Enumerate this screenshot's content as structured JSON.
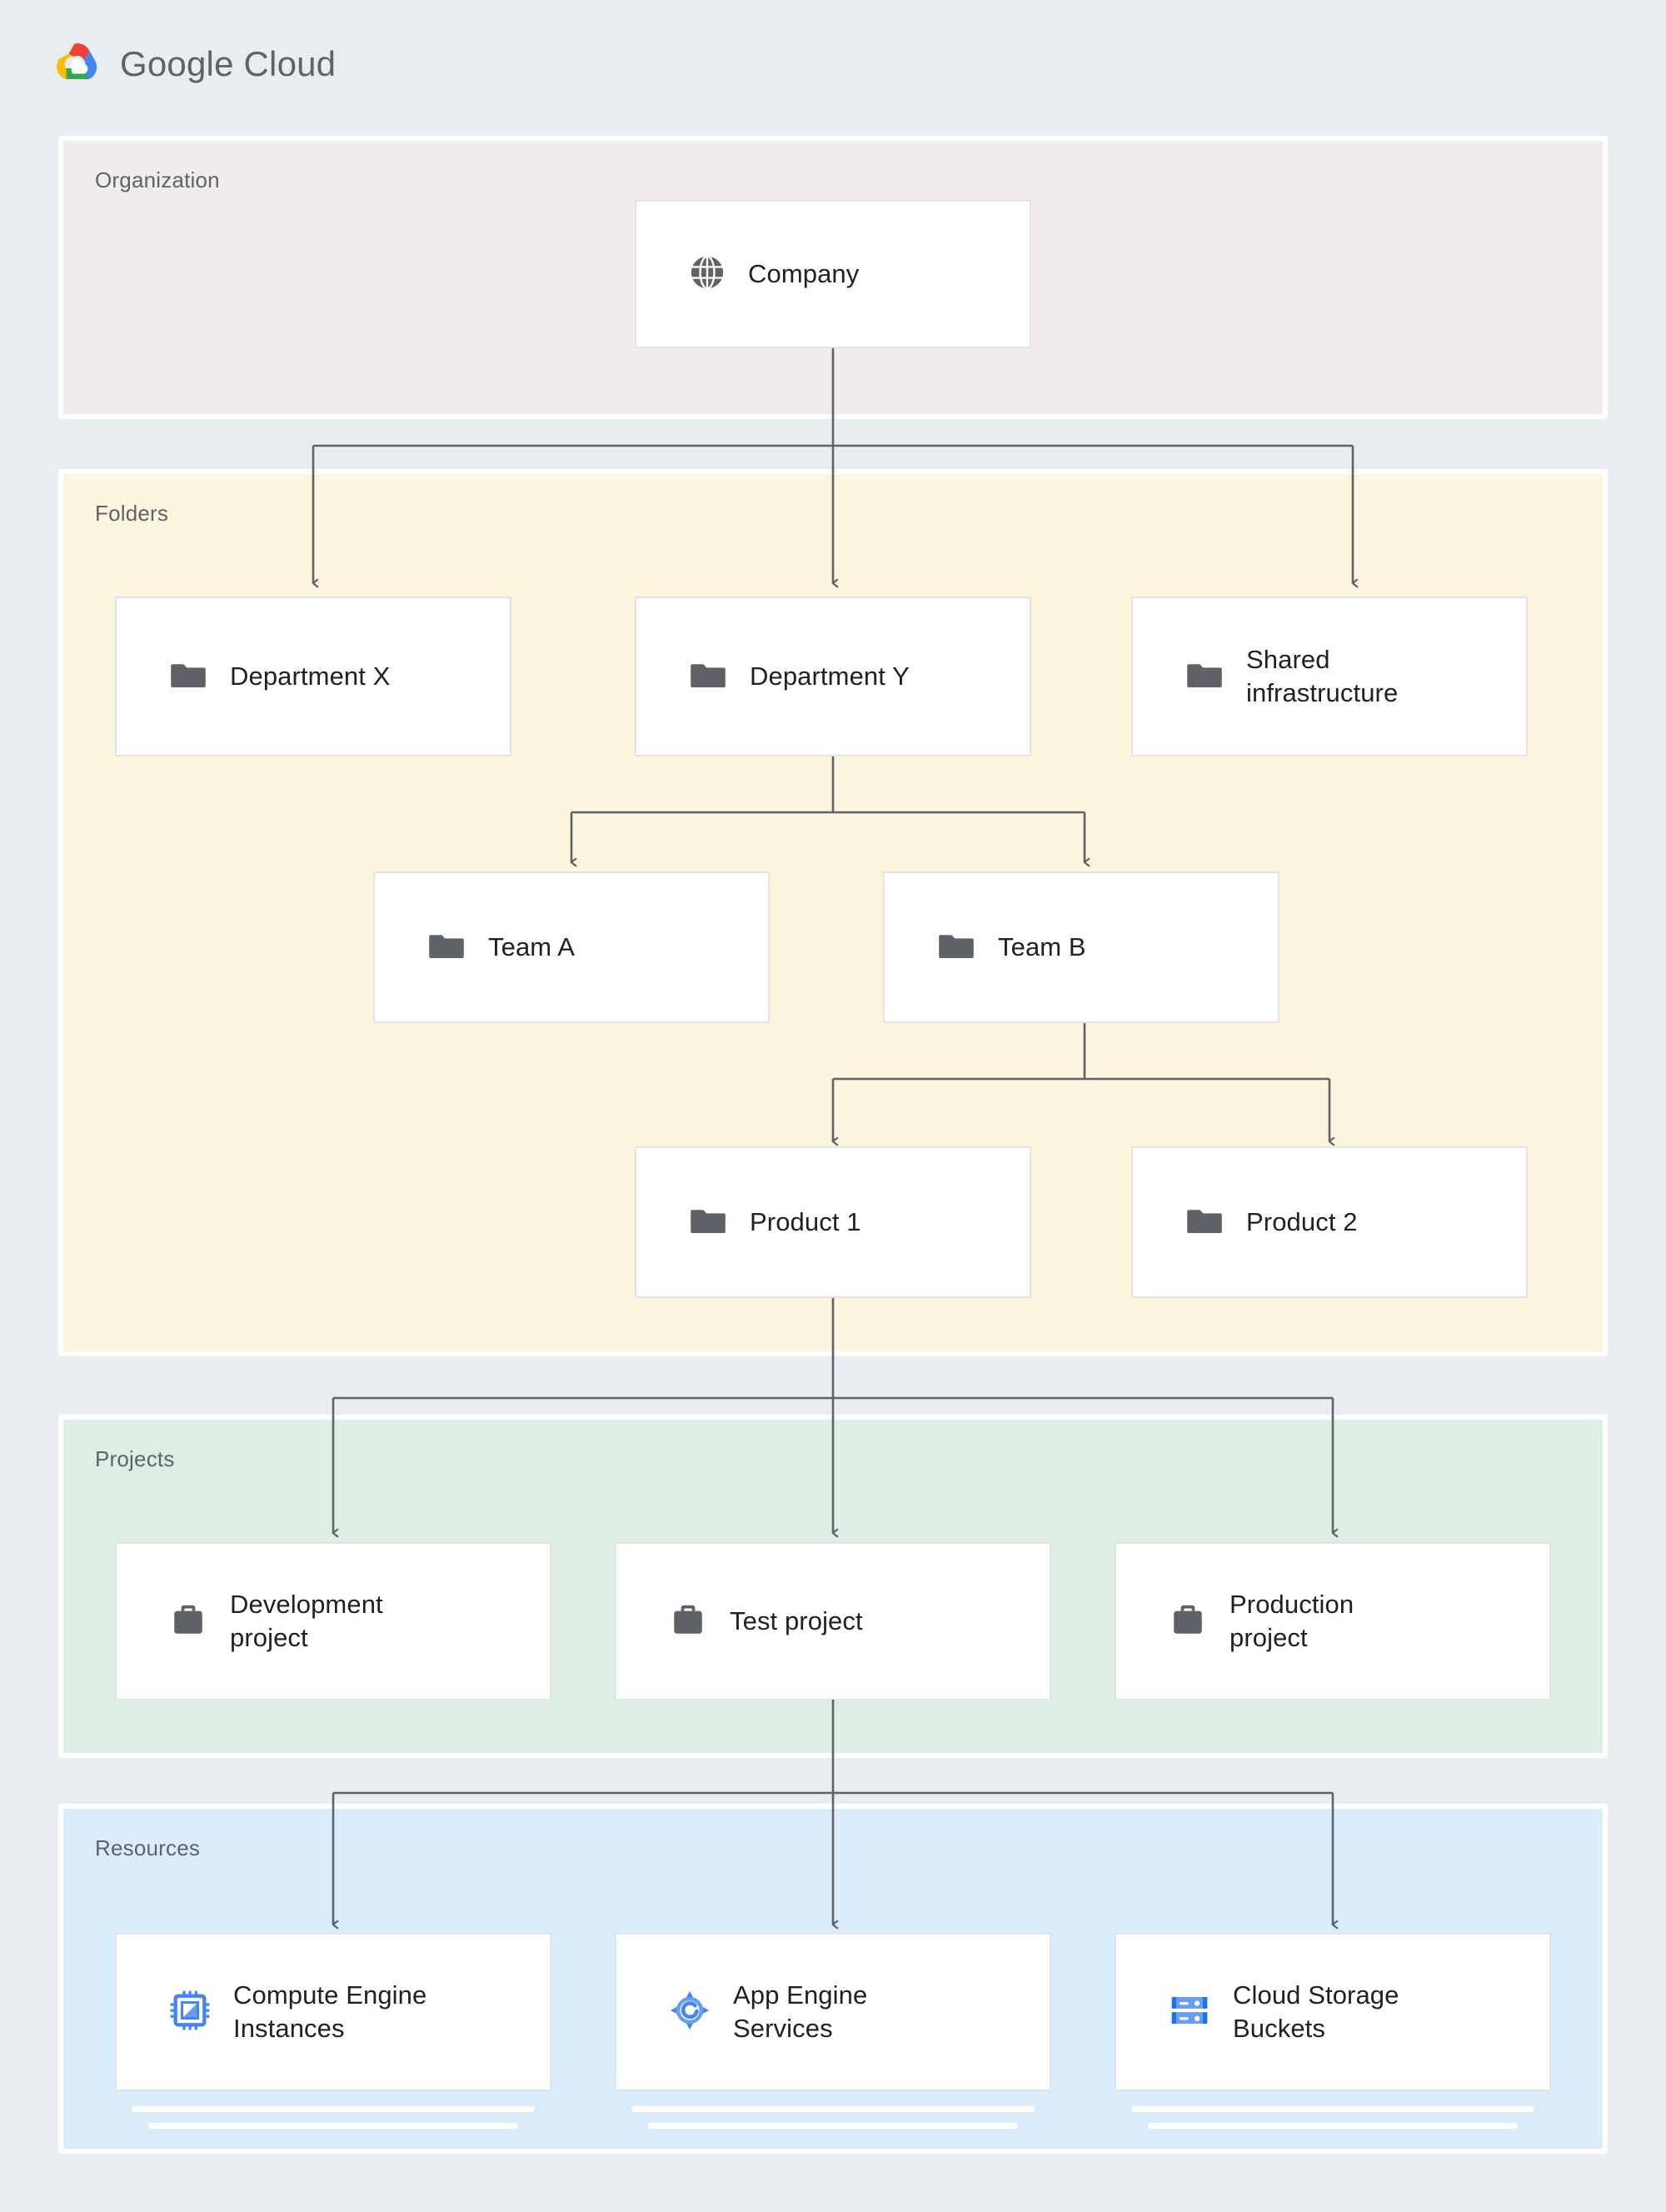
{
  "brand": {
    "name": "Google Cloud",
    "logo_icon": "google-cloud-logo",
    "colors": {
      "red": "#ea4335",
      "yellow": "#fbbc04",
      "green": "#34a853",
      "blue": "#4285f4"
    }
  },
  "page": {
    "background": "#e8edf0",
    "connector_color": "#5f6368"
  },
  "bands": [
    {
      "id": "organization",
      "label": "Organization",
      "background": "#efeceb"
    },
    {
      "id": "folders",
      "label": "Folders",
      "background": "#fcf5de"
    },
    {
      "id": "projects",
      "label": "Projects",
      "background": "#ddeee4"
    },
    {
      "id": "resources",
      "label": "Resources",
      "background": "#daecfb"
    }
  ],
  "nodes": {
    "company": {
      "label": "Company",
      "icon": "globe-icon"
    },
    "department_x": {
      "label": "Department X",
      "icon": "folder-icon"
    },
    "department_y": {
      "label": "Department Y",
      "icon": "folder-icon"
    },
    "shared_infra": {
      "label": "Shared\ninfrastructure",
      "icon": "folder-icon"
    },
    "team_a": {
      "label": "Team A",
      "icon": "folder-icon"
    },
    "team_b": {
      "label": "Team B",
      "icon": "folder-icon"
    },
    "product_1": {
      "label": "Product 1",
      "icon": "folder-icon"
    },
    "product_2": {
      "label": "Product 2",
      "icon": "folder-icon"
    },
    "dev_project": {
      "label": "Development\nproject",
      "icon": "briefcase-icon"
    },
    "test_project": {
      "label": "Test project",
      "icon": "briefcase-icon"
    },
    "prod_project": {
      "label": "Production\nproject",
      "icon": "briefcase-icon"
    },
    "compute_engine": {
      "label": "Compute Engine\nInstances",
      "icon": "cpu-chip-icon"
    },
    "app_engine": {
      "label": "App Engine\nServices",
      "icon": "app-engine-icon"
    },
    "cloud_storage": {
      "label": "Cloud Storage\nBuckets",
      "icon": "storage-buckets-icon"
    }
  },
  "hierarchy": {
    "company": [
      "department_x",
      "department_y",
      "shared_infra"
    ],
    "department_y": [
      "team_a",
      "team_b"
    ],
    "team_b": [
      "product_1",
      "product_2"
    ],
    "product_1": [
      "dev_project",
      "test_project",
      "prod_project"
    ],
    "test_project": [
      "compute_engine",
      "app_engine",
      "cloud_storage"
    ]
  }
}
